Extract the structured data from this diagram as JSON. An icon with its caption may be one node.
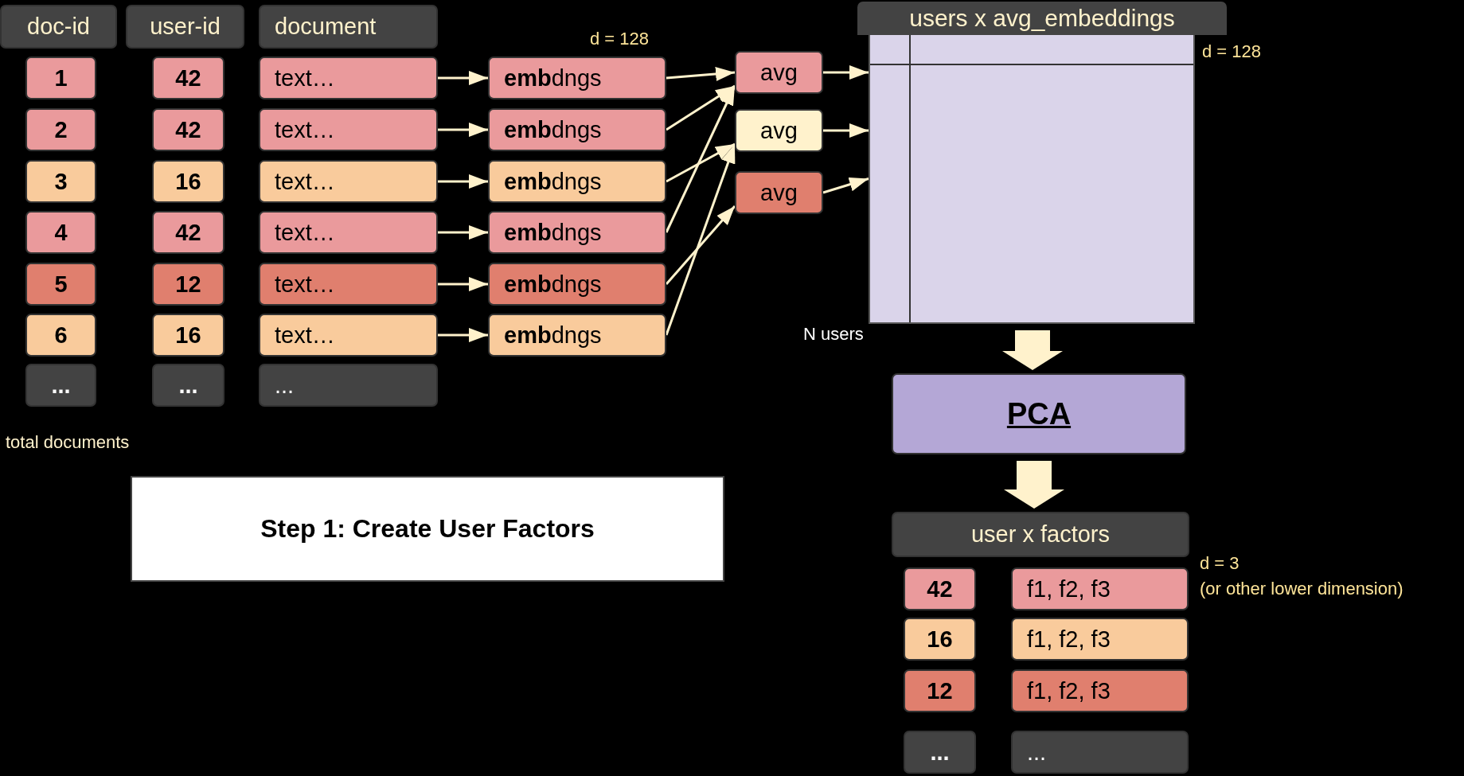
{
  "diagram": {
    "nodes": [
      {
        "text": [
          "doc-id"
        ]
      },
      {
        "text": [
          "user-id"
        ]
      },
      {
        "text": [
          "document"
        ]
      },
      {
        "text": [
          "users x avg_embeddings"
        ]
      },
      {
        "text": [
          "1"
        ]
      },
      {
        "text": [
          "42"
        ]
      },
      {
        "text": [
          "text…"
        ]
      },
      {
        "text": [
          "**emb**dngs"
        ]
      },
      {
        "text": [
          "2"
        ]
      },
      {
        "text": [
          "42"
        ]
      },
      {
        "text": [
          "text…"
        ]
      },
      {
        "text": [
          "**emb**dngs"
        ]
      },
      {
        "text": [
          "3"
        ]
      },
      {
        "text": [
          "16"
        ]
      },
      {
        "text": [
          "text…"
        ]
      },
      {
        "text": [
          "**emb**dngs"
        ]
      },
      {
        "text": [
          "4"
        ]
      },
      {
        "text": [
          "42"
        ]
      },
      {
        "text": [
          "text…"
        ]
      },
      {
        "text": [
          "**emb**dngs"
        ]
      },
      {
        "text": [
          "5"
        ]
      },
      {
        "text": [
          "12"
        ]
      },
      {
        "text": [
          "text…"
        ]
      },
      {
        "text": [
          "**emb**dngs"
        ]
      },
      {
        "text": [
          "6"
        ]
      },
      {
        "text": [
          "16"
        ]
      },
      {
        "text": [
          "text…"
        ]
      },
      {
        "text": [
          "**emb**dngs"
        ]
      },
      {
        "text": [
          "..."
        ]
      },
      {
        "text": [
          "..."
        ]
      },
      {
        "text": [
          "..."
        ]
      },
      {
        "text": [
          "avg"
        ]
      },
      {
        "text": [
          "avg"
        ]
      },
      {
        "text": [
          "avg"
        ]
      },
      {
        "text": [
          "PCA"
        ]
      },
      {
        "text": [
          "user x factors"
        ]
      },
      {
        "text": [
          "42"
        ]
      },
      {
        "text": [
          "f1, f2, f3"
        ]
      },
      {
        "text": [
          "16"
        ]
      },
      {
        "text": [
          "f1, f2, f3"
        ]
      },
      {
        "text": [
          "12"
        ]
      },
      {
        "text": [
          "f1, f2, f3"
        ]
      },
      {
        "text": [
          "..."
        ]
      },
      {
        "text": [
          "..."
        ]
      },
      {
        "text": [
          "Step 1: Create User Factors"
        ]
      }
    ],
    "edges": [
      {
        "from": 6,
        "to": 7,
        "arrow": "to"
      },
      {
        "from": 10,
        "to": 11,
        "arrow": "to"
      },
      {
        "from": 14,
        "to": 15,
        "arrow": "to"
      },
      {
        "from": 18,
        "to": 19,
        "arrow": "to"
      },
      {
        "from": 22,
        "to": 23,
        "arrow": "to"
      },
      {
        "from": 26,
        "to": 27,
        "arrow": "to"
      },
      {
        "from": 7,
        "to": 31,
        "arrow": "to"
      },
      {
        "from": 11,
        "to": 31,
        "arrow": "to"
      },
      {
        "from": 15,
        "to": 32,
        "arrow": "to"
      },
      {
        "from": 19,
        "to": 31,
        "arrow": "to"
      },
      {
        "from": 23,
        "to": 33,
        "arrow": "to"
      },
      {
        "from": 27,
        "to": 32,
        "arrow": "to"
      },
      {
        "from": 31,
        "to": 3,
        "arrow": "to"
      },
      {
        "from": 32,
        "to": 3,
        "arrow": "to"
      },
      {
        "from": 33,
        "to": 3,
        "arrow": "to"
      },
      {
        "from": 3,
        "to": 34,
        "arrow": "to",
        "style": "thick"
      },
      {
        "from": 34,
        "to": 35,
        "arrow": "to",
        "style": "thick"
      }
    ],
    "labels": [
      "d = 128",
      "d = 128",
      "N users",
      "total documents",
      "d = 3",
      "(or other lower dimension)"
    ]
  }
}
